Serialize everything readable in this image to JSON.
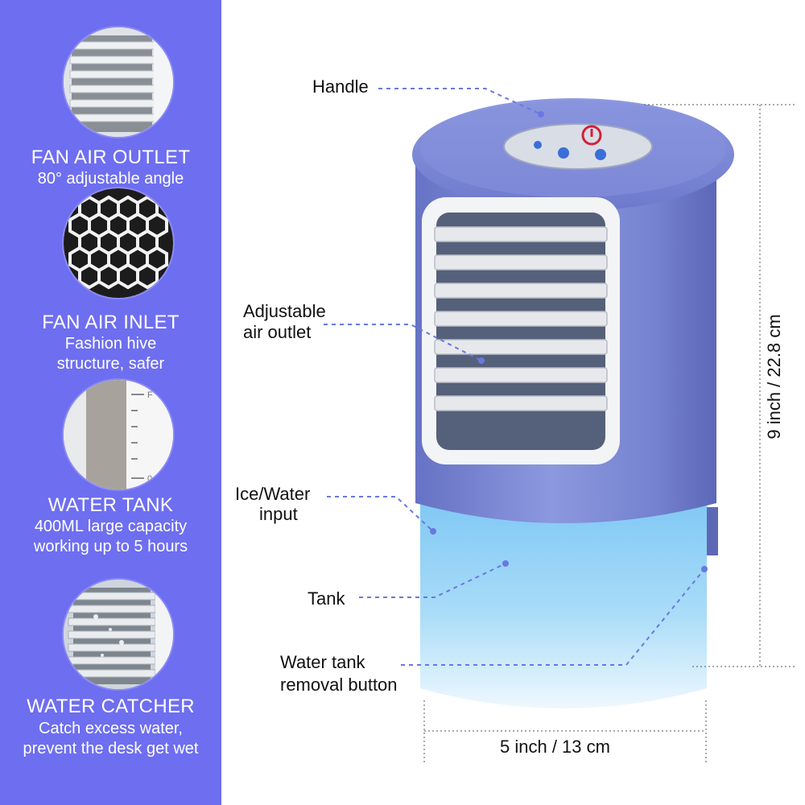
{
  "colors": {
    "sidebar": "#6e6ef0",
    "body": "#7f8bd6",
    "tank": "#8fd0f5",
    "accent_dash": "#6a78e0"
  },
  "features": [
    {
      "icon": "fan-air-outlet-icon",
      "title": "FAN AIR OUTLET",
      "desc": [
        "80° adjustable angle"
      ]
    },
    {
      "icon": "fan-air-inlet-icon",
      "title": "FAN AIR INLET",
      "desc": [
        "Fashion hive",
        "structure, safer"
      ]
    },
    {
      "icon": "water-tank-icon",
      "title": "WATER TANK",
      "desc": [
        "400ML large capacity",
        "working up to 5 hours"
      ]
    },
    {
      "icon": "water-catcher-icon",
      "title": "WATER CATCHER",
      "desc": [
        "Catch excess water,",
        "prevent the desk get wet"
      ]
    }
  ],
  "callouts": {
    "handle": [
      "Handle"
    ],
    "outlet": [
      "Adjustable",
      "air outlet"
    ],
    "input": [
      "Ice/Water",
      "input"
    ],
    "tank": [
      "Tank"
    ],
    "removal": [
      "Water tank",
      "removal button"
    ]
  },
  "dimensions": {
    "height": "9 inch / 22.8 cm",
    "width": "5 inch / 13 cm"
  }
}
